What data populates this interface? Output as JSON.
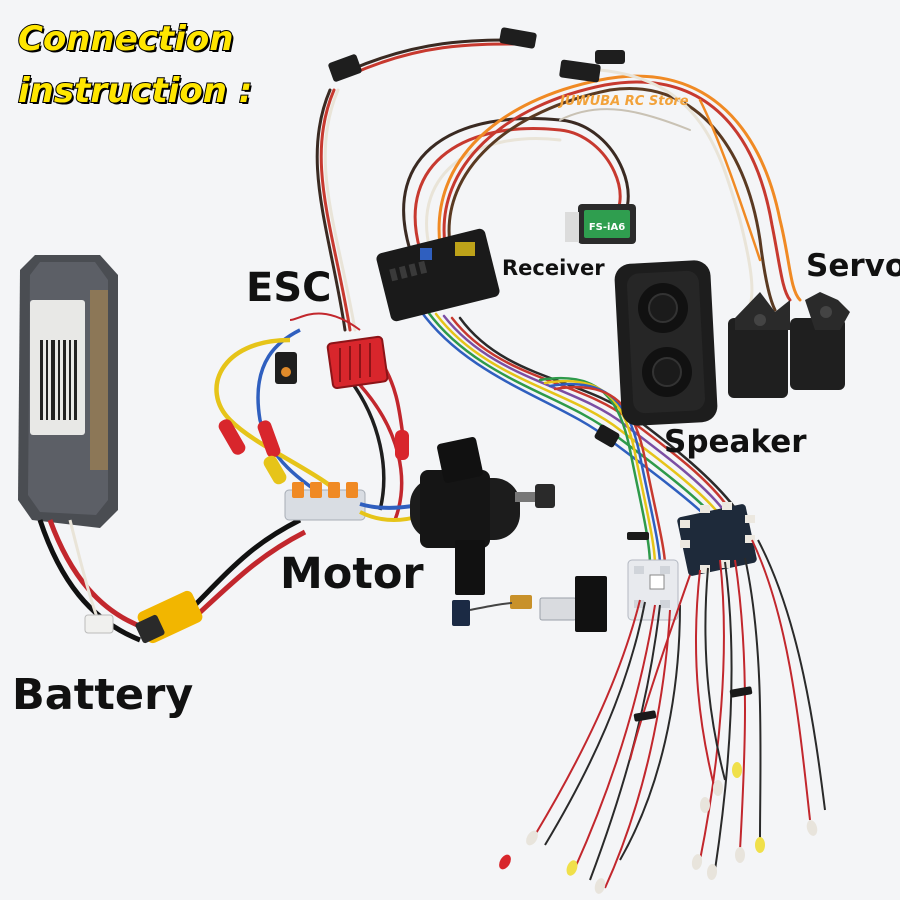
{
  "title": {
    "line1": "Connection",
    "line2": "instruction :"
  },
  "watermark": "JUWUBA RC Store",
  "labels": {
    "esc": "ESC",
    "receiver": "Receiver",
    "servo": "Servo",
    "speaker": "Speaker",
    "motor": "Motor",
    "battery": "Battery"
  },
  "device_text": {
    "receiver_model": "FS-iA6"
  },
  "colors": {
    "background": "#f4f5f7",
    "title_fill": "#ffe600",
    "watermark": "#f2a23a",
    "esc_heatsink": "#d8262c",
    "xt60_connector": "#f2b600",
    "battery_body": "#4a4d52",
    "receiver_case": "#1a1a1a",
    "led_wire_red": "#c2272d",
    "wire_yellow": "#e6c419",
    "wire_blue": "#2f5fbf",
    "wire_orange": "#f08a24"
  }
}
